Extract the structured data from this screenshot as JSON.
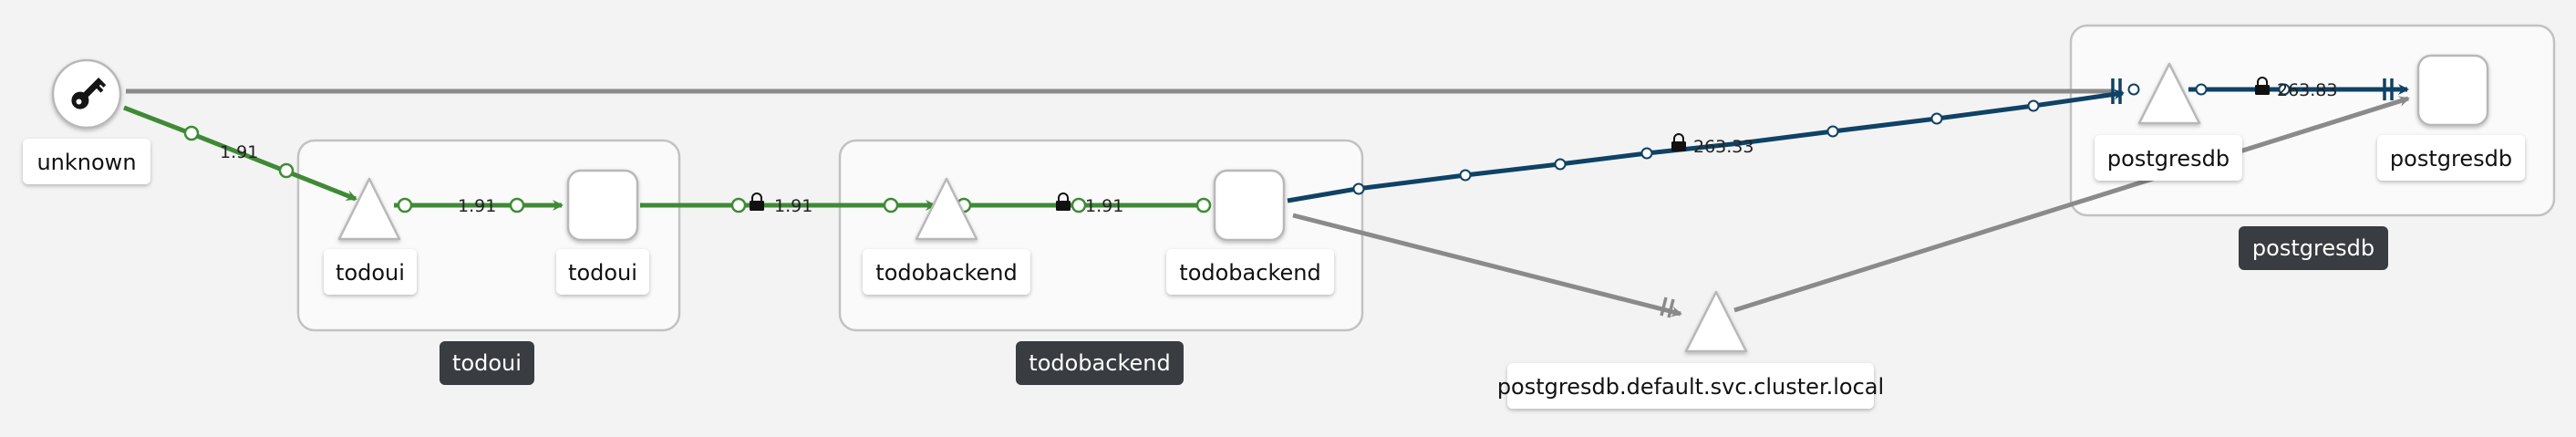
{
  "colors": {
    "background": "#f3f3f3",
    "healthy_edge": "#3f8a36",
    "tcp_edge": "#0f4264",
    "idle_edge": "#8a8a8a",
    "group_badge": "#393c40",
    "node_border": "#b8b8b8"
  },
  "groups": {
    "todoui": "todoui",
    "todobackend": "todobackend",
    "postgresdb": "postgresdb"
  },
  "nodes": {
    "unknown": {
      "label": "unknown",
      "icon": "key-icon"
    },
    "todoui_service": {
      "label": "todoui",
      "shape": "triangle"
    },
    "todoui_workload": {
      "label": "todoui",
      "shape": "rounded-square"
    },
    "todobackend_service": {
      "label": "todobackend",
      "shape": "triangle"
    },
    "todobackend_workload": {
      "label": "todobackend",
      "shape": "rounded-square"
    },
    "postgres_external_service": {
      "label": "postgresdb.default.svc.cluster.local",
      "shape": "triangle"
    },
    "postgresdb_service": {
      "label": "postgresdb",
      "shape": "triangle"
    },
    "postgresdb_workload": {
      "label": "postgresdb",
      "shape": "rounded-square"
    }
  },
  "edges": {
    "unknown_to_todoui": {
      "label": "1.91"
    },
    "todoui_service_to_workload": {
      "label": "1.91"
    },
    "todoui_to_todobackend": {
      "label": "1.91",
      "icon": "lock-icon"
    },
    "todobackend_service_to_workload": {
      "label": "1.91",
      "icon": "lock-icon"
    },
    "todobackend_to_postgresdb": {
      "label": "263.33",
      "icon": "lock-icon"
    },
    "postgresdb_service_to_workload": {
      "label": "263.83",
      "icon": "lock-icon"
    }
  }
}
